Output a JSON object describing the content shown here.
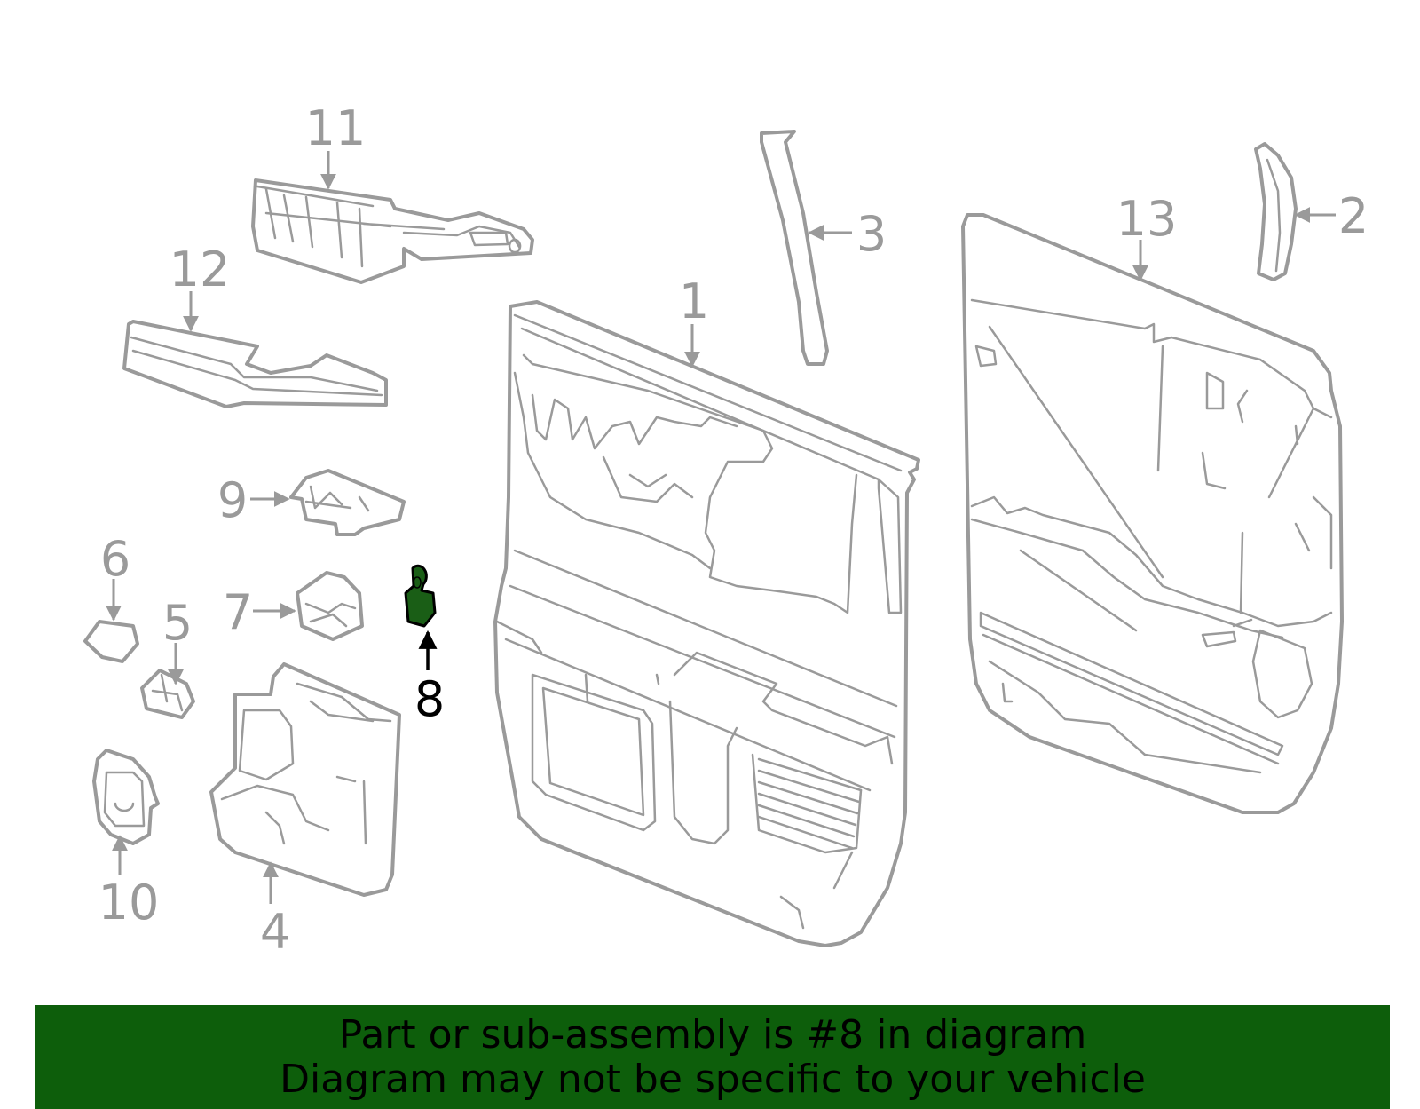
{
  "callouts": {
    "c1": "1",
    "c2": "2",
    "c3": "3",
    "c4": "4",
    "c5": "5",
    "c6": "6",
    "c7": "7",
    "c8": "8",
    "c9": "9",
    "c10": "10",
    "c11": "11",
    "c12": "12",
    "c13": "13"
  },
  "highlighted_part": "8",
  "colors": {
    "outline": "#9a9a9a",
    "highlight_fill": "#1a5e16",
    "banner": "#0d5e0b",
    "active_text": "#000000"
  },
  "banner": {
    "line1": "Part or sub-assembly is #8 in diagram",
    "line2": "Diagram may not be specific to your vehicle"
  }
}
